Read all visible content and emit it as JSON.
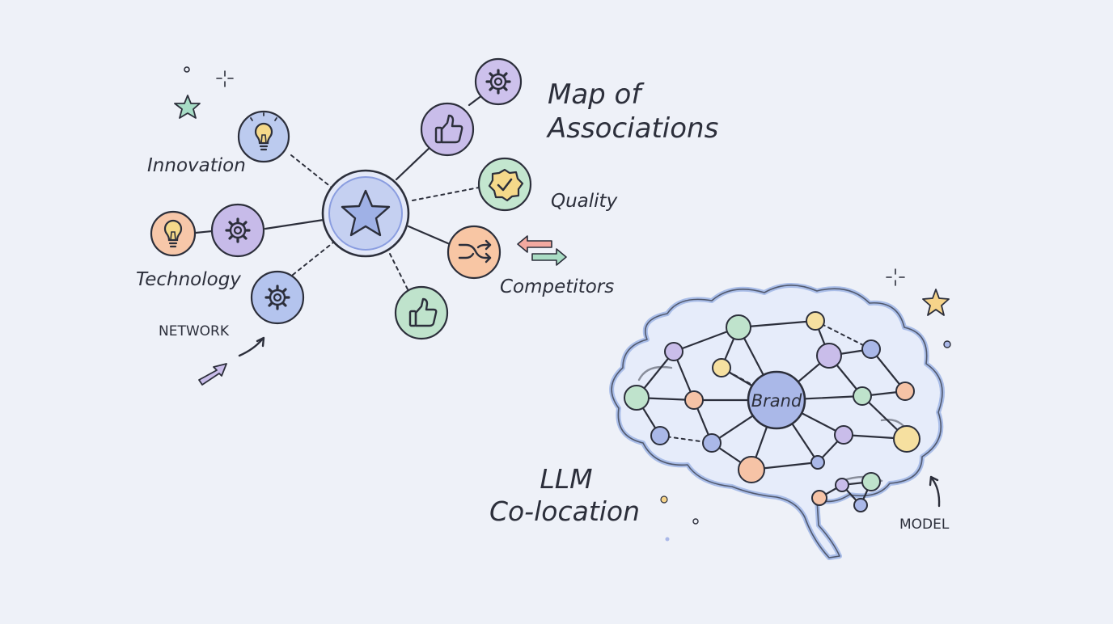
{
  "title_line1": "Map of",
  "title_line2": "Associations",
  "labels": {
    "innovation": "Innovation",
    "technology": "Technology",
    "network": "NETWORK",
    "quality": "Quality",
    "competitors": "Competitors",
    "model": "MODEL",
    "brand": "Brand"
  },
  "llm_line1": "LLM",
  "llm_line2": "Co-location",
  "colors": {
    "background": "#eef1f8",
    "ink": "#2c2f3b",
    "blue": "#aab8e8",
    "purple": "#c9bdea",
    "green": "#bfe3cc",
    "peach": "#f6c3a6",
    "yellow": "#f6e0a0",
    "brain_outline": "#a9bde8"
  },
  "icons": {
    "center": "star-icon",
    "innovation": "lightbulb-icon",
    "technology": "gear-icon",
    "network": "gear-icon",
    "top": "gear-icon",
    "upper": "thumbs-up-icon",
    "quality": "badge-check-icon",
    "competitors": "shuffle-icon",
    "lower": "thumbs-up-icon",
    "far_left": "lightbulb-icon"
  }
}
